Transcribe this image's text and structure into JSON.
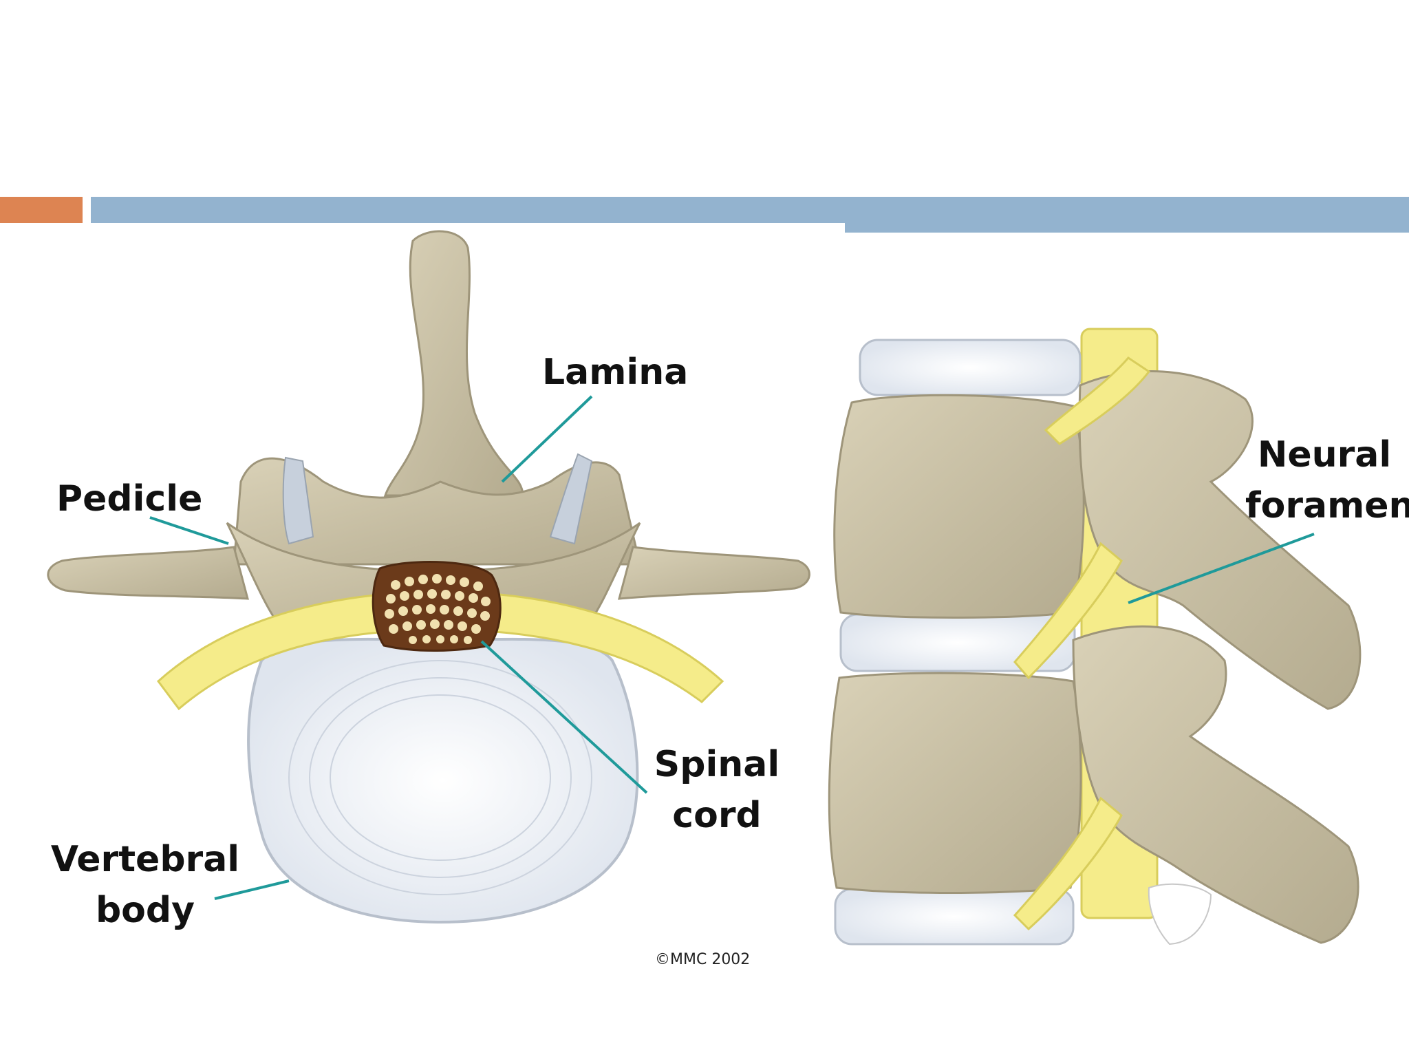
{
  "labels": {
    "lamina": "Lamina",
    "pedicle": "Pedicle",
    "spinal_cord_line1": "Spinal",
    "spinal_cord_line2": "cord",
    "vertebral_body_line1": "Vertebral",
    "vertebral_body_line2": "body",
    "neural_foramen_line1": "Neural",
    "neural_foramen_line2": "foramen"
  },
  "copyright": "©MMC 2002",
  "colors": {
    "accent_orange": "#dd8452",
    "accent_blue": "#93b3cf",
    "bone": "#c9c0a4",
    "nerve": "#f5ec8a",
    "disc": "#eef1f6",
    "cord": "#6b3a1a",
    "leader": "#1f9a9a"
  }
}
